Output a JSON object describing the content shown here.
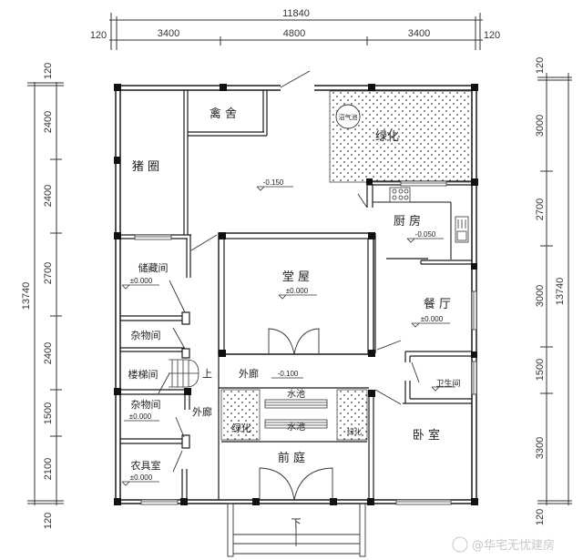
{
  "dimensions": {
    "top": {
      "overall": "11840",
      "segments": [
        "120",
        "3400",
        "4800",
        "3400",
        "120"
      ]
    },
    "left": {
      "overall": "13740",
      "segments": [
        "120",
        "2400",
        "2400",
        "2700",
        "2400",
        "1500",
        "2100",
        "120"
      ]
    },
    "right": {
      "overall": "13740",
      "segments": [
        "120",
        "3000",
        "2700",
        "3000",
        "1500",
        "3300",
        "120"
      ]
    }
  },
  "rooms": {
    "poultry_house": {
      "label": "禽 舍"
    },
    "pig_pen": {
      "label": "猪 圈"
    },
    "courtyard": {
      "elevation": "-0.150"
    },
    "greenery_top": {
      "label": "绿化",
      "tank_label": "沼气池"
    },
    "kitchen": {
      "label": "厨 房",
      "elevation": "-0.050"
    },
    "storage": {
      "label": "储藏间",
      "elevation": "±0.000"
    },
    "main_hall": {
      "label": "堂 屋",
      "elevation": "±0.000"
    },
    "dining": {
      "label": "餐 厅",
      "elevation": "±0.000"
    },
    "utility_1": {
      "label": "杂物间"
    },
    "stairwell": {
      "label": "楼梯间",
      "up_label": "上"
    },
    "bathroom": {
      "label": "卫生间"
    },
    "corridor": {
      "label": "外廊",
      "elevation": "-0.100"
    },
    "corridor_side": {
      "label": "外廊"
    },
    "utility_2": {
      "label": "杂物间",
      "elevation": "±0.000"
    },
    "pool_1": {
      "label": "水池"
    },
    "pool_2": {
      "label": "水池"
    },
    "greenery_left": {
      "label": "绿化"
    },
    "greenery_right": {
      "label": "绿化"
    },
    "front_yard": {
      "label": "前 庭"
    },
    "tool_room": {
      "label": "农具室",
      "elevation": "±0.000"
    },
    "bedroom": {
      "label": "卧 室"
    },
    "entrance_steps": {
      "down_label": "下"
    }
  },
  "watermark": {
    "text": "@华宅无忧建房"
  },
  "colors": {
    "wall": "#1a1a1a",
    "line": "#333333",
    "hatch": "#555555",
    "background": "#ffffff"
  }
}
